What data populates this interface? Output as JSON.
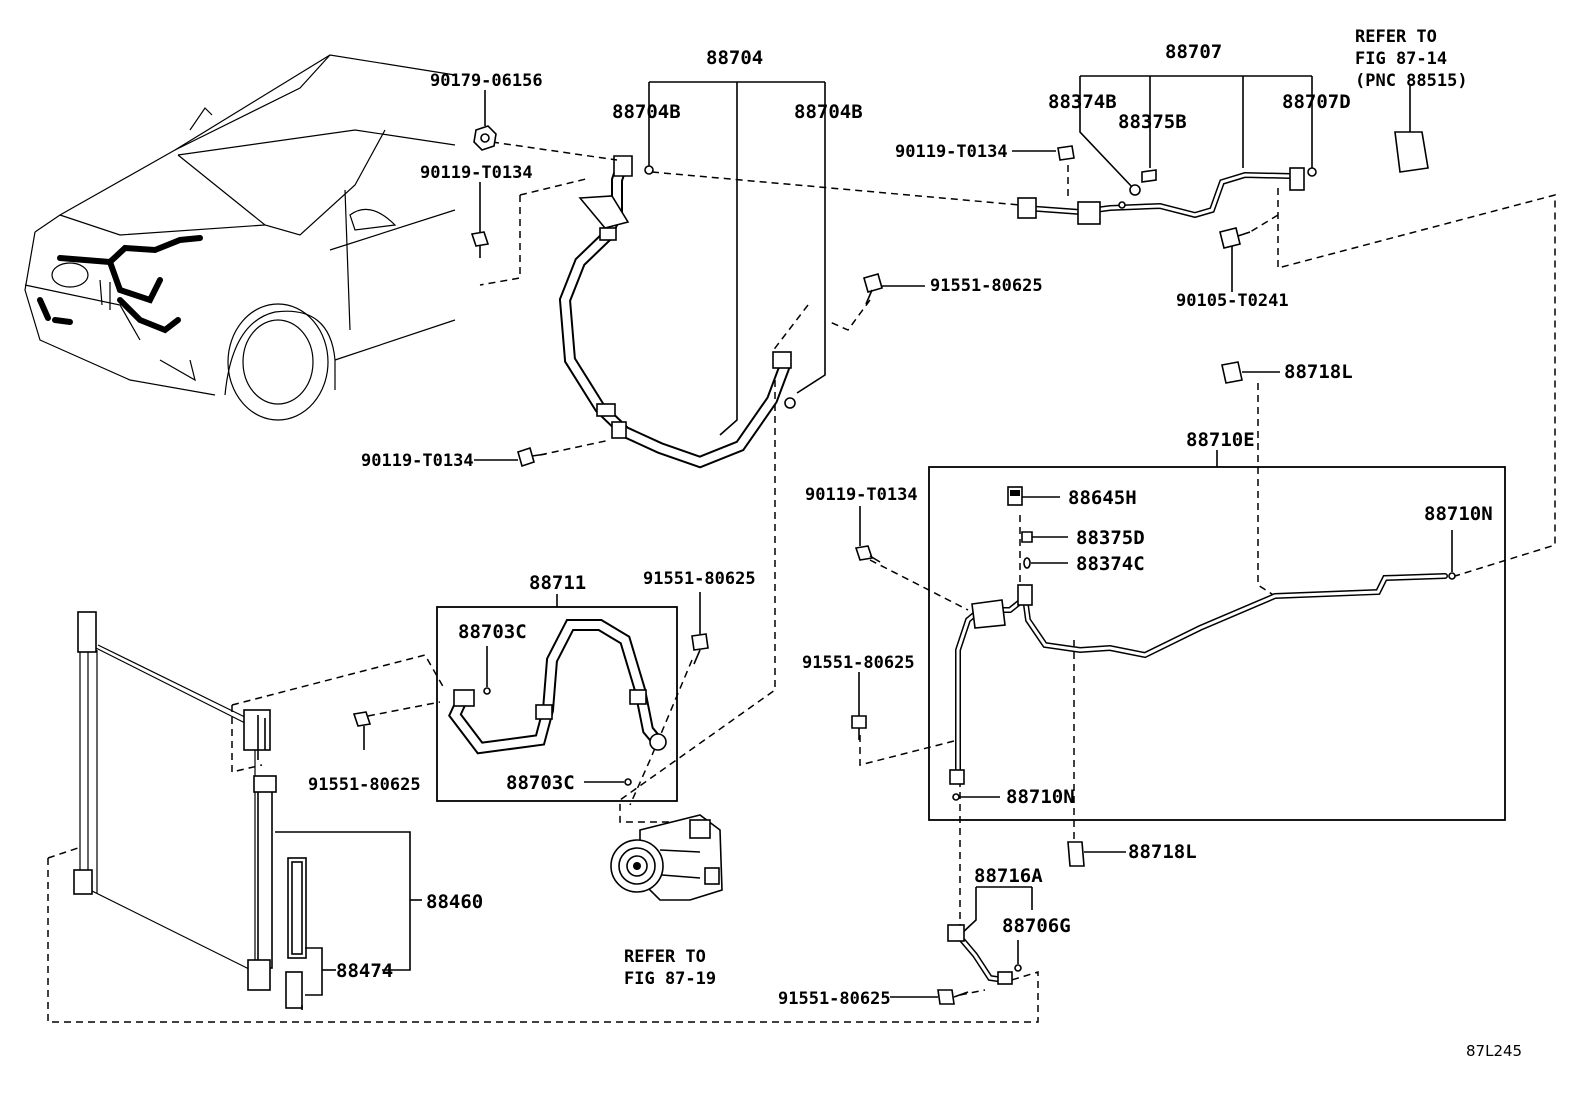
{
  "diagram_code": "87L245",
  "labels": {
    "p88704": "88704",
    "p88704b_l": "88704B",
    "p88704b_r": "88704B",
    "p88707": "88707",
    "p88374b": "88374B",
    "p88375b": "88375B",
    "p88707d": "88707D",
    "p90179": "90179-06156",
    "p90119_a": "90119-T0134",
    "p90119_b": "90119-T0134",
    "p90119_c": "90119-T0134",
    "p90119_d": "90119-T0134",
    "p91551_a": "91551-80625",
    "p91551_b": "91551-80625",
    "p91551_c": "91551-80625",
    "p91551_d": "91551-80625",
    "p91551_e": "91551-80625",
    "p90105": "90105-T0241",
    "p88718l_a": "88718L",
    "p88718l_b": "88718L",
    "p88710e": "88710E",
    "p88645h": "88645H",
    "p88375d": "88375D",
    "p88374c": "88374C",
    "p88710n_a": "88710N",
    "p88710n_b": "88710N",
    "p88711": "88711",
    "p88703c_a": "88703C",
    "p88703c_b": "88703C",
    "p88460": "88460",
    "p88474": "88474",
    "p88716a": "88716A",
    "p88706g": "88706G"
  },
  "references": {
    "fig_87_14": [
      "REFER TO",
      "FIG 87-14",
      "(PNC 88515)"
    ],
    "fig_87_19": [
      "REFER TO",
      "FIG 87-19"
    ]
  }
}
